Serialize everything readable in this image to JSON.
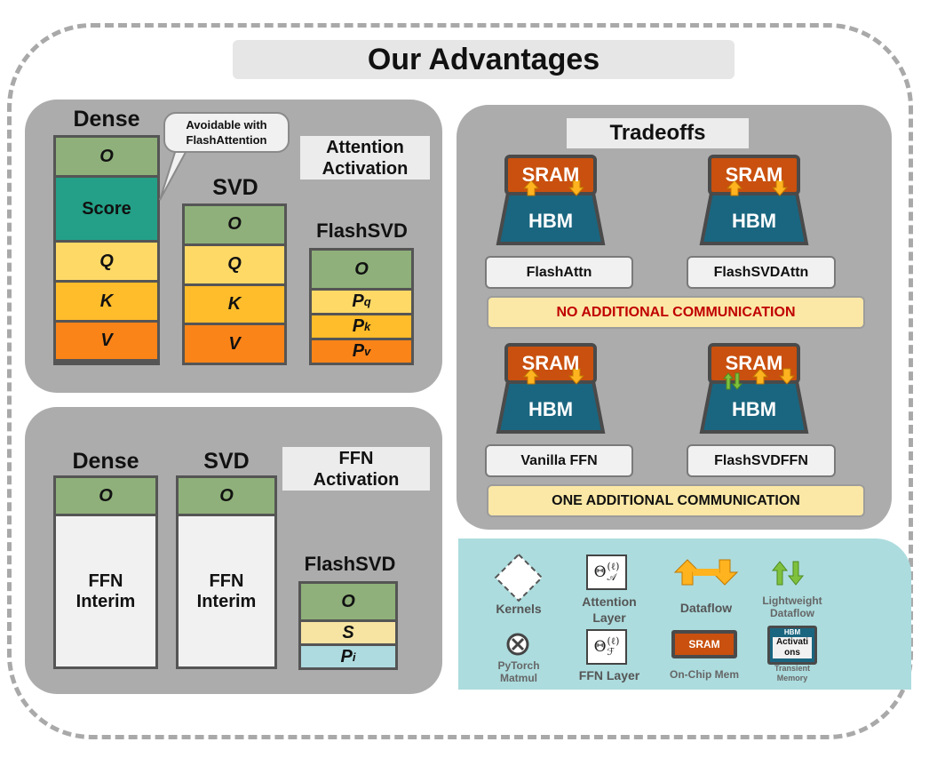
{
  "title": "Our Advantages",
  "attention": {
    "label": [
      "Attention",
      "Activation"
    ],
    "dense": {
      "title": "Dense",
      "o": "O",
      "score": "Score",
      "q": "Q",
      "k": "K",
      "v": "V"
    },
    "callout": [
      "Avoidable with",
      "FlashAttention"
    ],
    "svd": {
      "title": "SVD",
      "o": "O",
      "q": "Q",
      "k": "K",
      "v": "V"
    },
    "flash": {
      "title": "FlashSVD",
      "o": "O",
      "pq": "P",
      "pq_sub": "q",
      "pk": "P",
      "pk_sub": "k",
      "pv": "P",
      "pv_sub": "v"
    }
  },
  "ffn": {
    "label": [
      "FFN",
      "Activation"
    ],
    "dense": {
      "title": "Dense",
      "o": "O",
      "interim": [
        "FFN",
        "Interim"
      ]
    },
    "svd": {
      "title": "SVD",
      "o": "O",
      "interim": [
        "FFN",
        "Interim"
      ]
    },
    "flash": {
      "title": "FlashSVD",
      "o": "O",
      "s": "S",
      "pi": "P",
      "pi_sub": "i"
    }
  },
  "tradeoffs": {
    "title": "Tradeoffs",
    "sram": "SRAM",
    "hbm": "HBM",
    "labels": [
      "FlashAttn",
      "FlashSVDAttn",
      "Vanilla FFN",
      "FlashSVDFFN"
    ],
    "no_comm": "NO ADDITIONAL COMMUNICATION",
    "one_comm": "ONE  ADDITIONAL COMMUNICATION"
  },
  "legend": {
    "kernels": "Kernels",
    "attention_layer": [
      "Attention",
      "Layer"
    ],
    "dataflow": "Dataflow",
    "lightweight": [
      "Lightweight",
      "Dataflow"
    ],
    "pytorch": [
      "PyTorch",
      "Matmul"
    ],
    "ffn_layer": "FFN Layer",
    "onchip": "On-Chip Mem",
    "onchip_chip": "SRAM",
    "transient": [
      "Transient",
      "Memory"
    ],
    "transient_chip_top": "HBM",
    "transient_chip": [
      "Activati",
      "ons"
    ],
    "theta_attn_sub": "𝒜",
    "theta_ffn_sub": "ℱ",
    "theta": "Θ",
    "theta_sup": "(ℓ)"
  },
  "colors": {
    "panel": "#acacac",
    "sram": "#c9500e",
    "hbm": "#1a6680",
    "arrow": "#ffb31f",
    "light_arrow": "#7fc13d",
    "red_text": "#c00000",
    "legend_bg": "#acdcde"
  }
}
